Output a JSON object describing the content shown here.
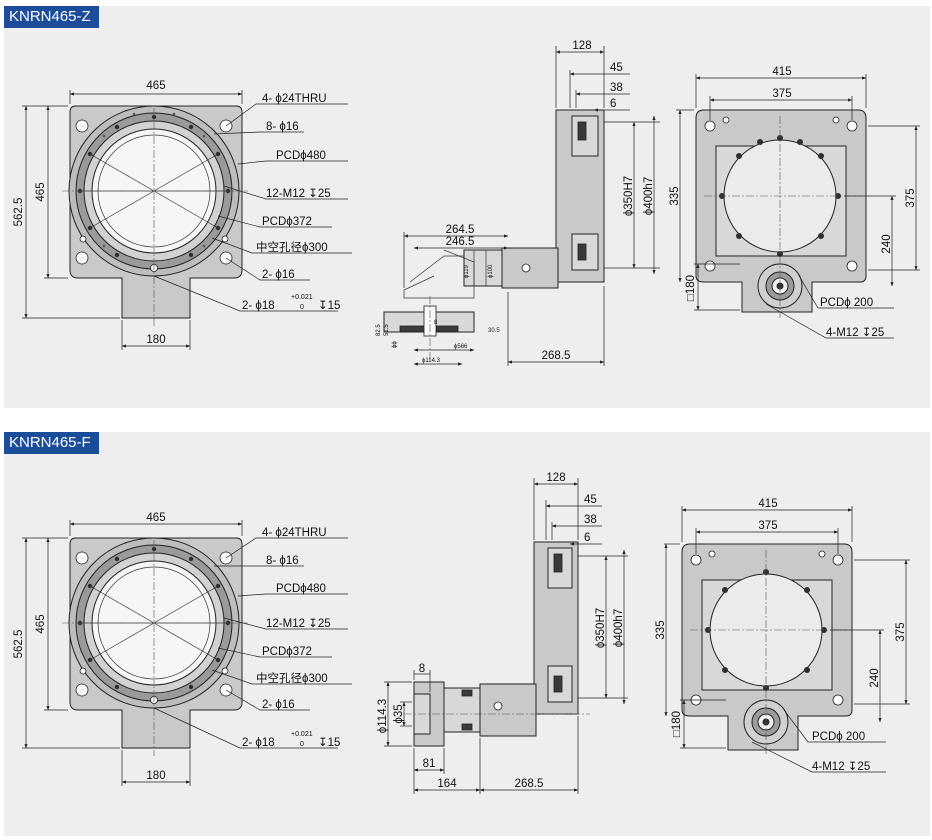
{
  "panels": [
    {
      "title": "KNRN465-Z",
      "front": {
        "width": "465",
        "height_total": "562.5",
        "height_body": "465",
        "tail_width": "180",
        "callouts": [
          "4- ϕ24THRU",
          "8- ϕ16",
          "PCDϕ480",
          "12-M12 ↧25",
          "PCDϕ372",
          "中空孔径ϕ300",
          "2- ϕ16"
        ],
        "pin_prefix": "2- ϕ18",
        "pin_tol_upper": "+0.021",
        "pin_tol_lower": "0",
        "pin_depth": "↧15"
      },
      "side": {
        "top_dims": [
          "128",
          "45",
          "38",
          "6"
        ],
        "bore_dims": [
          "ϕ350H7",
          "ϕ400h7"
        ],
        "motor_dims": [
          "264.5",
          "246.5"
        ],
        "bottom_dim": "268.5",
        "shaft_small": [
          "ϕ114.3",
          "ϕ566"
        ],
        "tiny_labels": [
          "ϕ119",
          "ϕ100",
          "82.5",
          "51.5",
          "ϕϕ",
          "30.5",
          "8"
        ]
      },
      "top": {
        "width_outer": "415",
        "width_inner": "375",
        "height_left": "335",
        "height_right": "375",
        "height_mid": "240",
        "square": "□180",
        "pcd": "PCDϕ 200",
        "thread": "4-M12 ↧25"
      }
    },
    {
      "title": "KNRN465-F",
      "front": {
        "width": "465",
        "height_total": "562.5",
        "height_body": "465",
        "tail_width": "180",
        "callouts": [
          "4- ϕ24THRU",
          "8- ϕ16",
          "PCDϕ480",
          "12-M12 ↧25",
          "PCDϕ372",
          "中空孔径ϕ300",
          "2- ϕ16"
        ],
        "pin_prefix": "2- ϕ18",
        "pin_tol_upper": "+0.021",
        "pin_tol_lower": "0",
        "pin_depth": "↧15"
      },
      "side": {
        "top_dims": [
          "128",
          "45",
          "38",
          "6"
        ],
        "bore_dims": [
          "ϕ350H7",
          "ϕ400h7"
        ],
        "left_dims": [
          "ϕ114.3",
          "ϕ35"
        ],
        "small_dims": [
          "8",
          "81"
        ],
        "bottom_dims": [
          "164",
          "268.5"
        ]
      },
      "top": {
        "width_outer": "415",
        "width_inner": "375",
        "height_left": "335",
        "height_right": "375",
        "height_mid": "240",
        "square": "□180",
        "pcd": "PCDϕ 200",
        "thread": "4-M12 ↧25"
      }
    }
  ]
}
